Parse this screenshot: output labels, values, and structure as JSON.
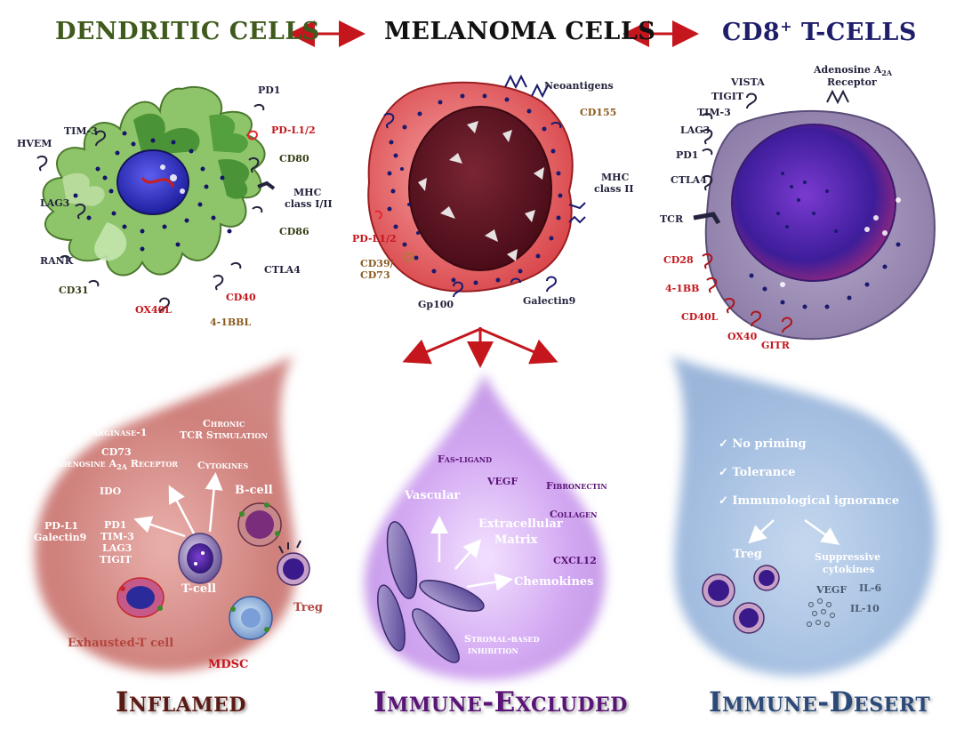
{
  "header": {
    "dendritic": "DENDRITIC CELLS",
    "melanoma": "MELANOMA CELLS",
    "cd8_main": "CD8",
    "cd8_sup": "+",
    "cd8_rest": " T-CELLS"
  },
  "dendritic_labels": {
    "tim3": "TIM-3",
    "hvem": "HVEM",
    "lag3": "LAG3",
    "rank": "RANK",
    "cd31": "CD31",
    "ox40l": "OX40L",
    "cd40": "CD40",
    "bbl": "4-1BBL",
    "pd1": "PD1",
    "pdl12": "PD-L1/2",
    "cd80": "CD80",
    "mhc1": "MHC",
    "mhc2": "class I/II",
    "cd86": "CD86",
    "ctla4": "CTLA4"
  },
  "melanoma_labels": {
    "neoantigens": "Neoantigens",
    "cd155": "CD155",
    "mhc1": "MHC",
    "mhc2": "class II",
    "pdl12": "PD-L1/2",
    "cd39": "CD39/",
    "cd73": "CD73",
    "gp100": "Gp100",
    "galectin9": "Galectin9"
  },
  "tcell_labels": {
    "vista": "VISTA",
    "tigit": "TIGIT",
    "adenosine1": "Adenosine A",
    "adenosine_sub": "2A",
    "adenosine2": "Receptor",
    "tim3": "TIM-3",
    "lag3": "LAG3",
    "pd1": "PD1",
    "ctla4": "CTLA4",
    "tcr": "TCR",
    "cd28": "CD28",
    "bb": "4-1BB",
    "cd40l": "CD40L",
    "ox40": "OX40",
    "gitr": "GITR"
  },
  "inflamed": {
    "arginase": "Arginase-1",
    "cd73": "CD73",
    "adenosine": "Adenosine A",
    "adenosine_sub": "2A",
    "adenosine_rest": " Receptor",
    "ido": "IDO",
    "chronic1": "Chronic",
    "chronic2": "TCR Stimulation",
    "cytokines": "Cytokines",
    "pdl1": "PD-L1",
    "galectin9": "Galectin9",
    "pd1": "PD1",
    "tim3": "TIM-3",
    "lag3": "LAG3",
    "tigit": "TIGIT",
    "bcell": "B-cell",
    "tcell": "T-cell",
    "treg": "Treg",
    "exhausted": "Exhausted-T cell",
    "mdsc": "MDSC",
    "title": "Inflamed"
  },
  "excluded": {
    "fas": "Fas-ligand",
    "vegf": "VEGF",
    "fibronectin": "Fibronectin",
    "collagen": "Collagen",
    "vascular": "Vascular",
    "ecm1": "Extracellular",
    "ecm2": "Matrix",
    "cxcl12": "CXCL12",
    "chemokines": "Chemokines",
    "stromal1": "Stromal-based",
    "stromal2": "inhibition",
    "title": "Immune-Excluded"
  },
  "desert": {
    "item1": "✓ No priming",
    "item2": "✓ Tolerance",
    "item3": "✓ Immunological ignorance",
    "treg": "Treg",
    "supp1": "Suppressive",
    "supp2": "cytokines",
    "vegf": "VEGF",
    "il6": "IL-6",
    "il10": "IL-10",
    "title": "Immune-Desert"
  },
  "colors": {
    "dendritic_header": "#3f5a1c",
    "cd8_header": "#1e1e6a",
    "arrow": "#c4161c",
    "inflamed_bg": "#cd7f7c",
    "excluded_bg": "#c59be6",
    "desert_bg": "#9cb8dc",
    "inflamed_title": "#5b1a14",
    "excluded_title": "#5a1478",
    "desert_title": "#2b4a7a"
  }
}
